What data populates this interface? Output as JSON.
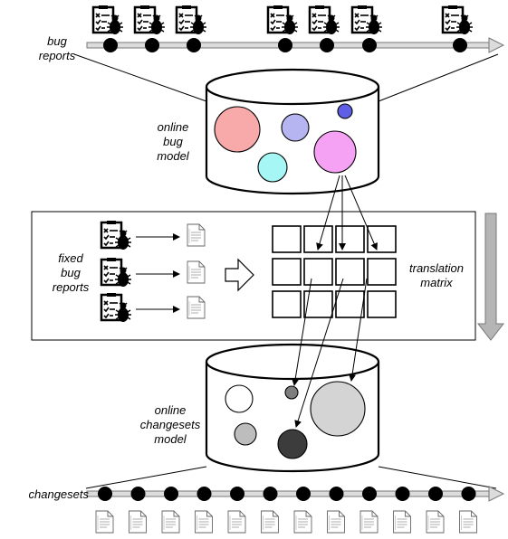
{
  "labels": {
    "bug_reports": "bug\nreports",
    "online_bug_model": "online\nbug\nmodel",
    "fixed_bug_reports": "fixed\nbug\nreports",
    "translation_matrix": "translation\nmatrix",
    "online_changesets_model": "online\nchangesets\nmodel",
    "changesets": "changesets"
  },
  "timeline_top": {
    "dot_count": 7,
    "icon": "bug-report-icon"
  },
  "timeline_bottom": {
    "dot_count": 12,
    "icon": "document-icon"
  },
  "bug_model": {
    "topics": [
      {
        "color": "#f8a9a9",
        "name": "topic-pink-red"
      },
      {
        "color": "#b7b4f2",
        "name": "topic-lavender"
      },
      {
        "color": "#5f5fe6",
        "name": "topic-blue"
      },
      {
        "color": "#a6f6f6",
        "name": "topic-cyan"
      },
      {
        "color": "#f6a2f4",
        "name": "topic-magenta"
      }
    ]
  },
  "changeset_model": {
    "topics": [
      {
        "color": "#ffffff",
        "name": "topic-white"
      },
      {
        "color": "#7e7e7e",
        "name": "topic-gray"
      },
      {
        "color": "#d4d4d4",
        "name": "topic-light-gray-large"
      },
      {
        "color": "#bdbdbd",
        "name": "topic-light-gray-small"
      },
      {
        "color": "#3c3c3c",
        "name": "topic-dark"
      }
    ]
  },
  "matrix": {
    "rows": 3,
    "cols": 4
  },
  "fixed_pairs": {
    "count": 3
  }
}
